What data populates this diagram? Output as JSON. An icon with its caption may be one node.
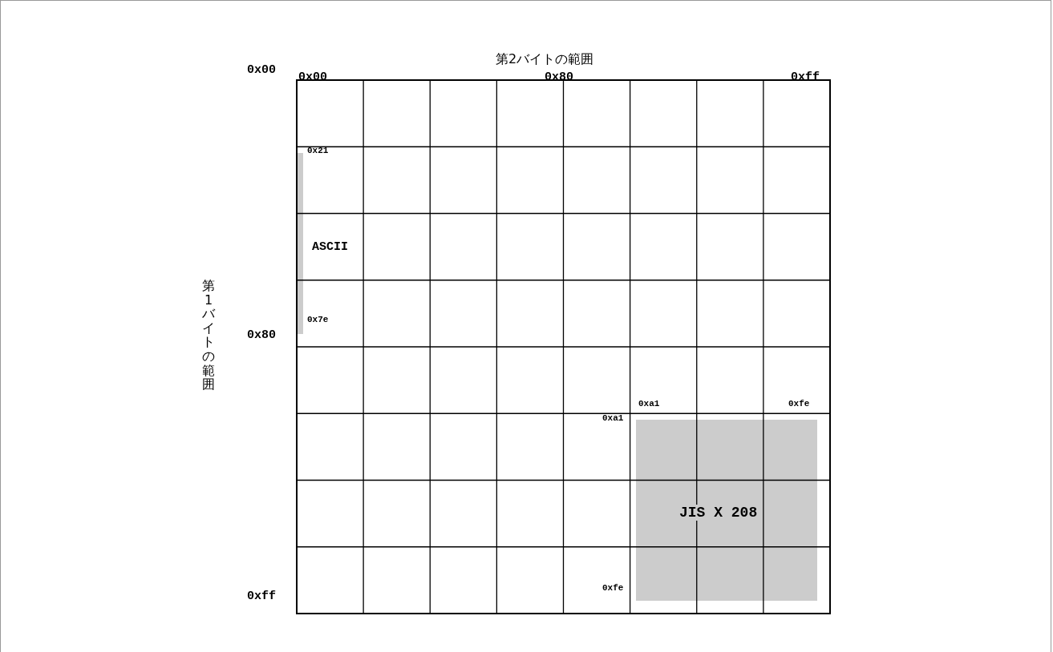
{
  "diagram": {
    "nodes": [
      {
        "text": [
          "ASCII"
        ]
      },
      {
        "text": [
          "JIS X 208"
        ]
      }
    ],
    "labels": [
      "第2バイトの範囲",
      "0x00",
      "0x80",
      "0xff",
      "0x00",
      "0x21",
      "第1バイトの範囲",
      "0x7e",
      "0x80",
      "0xa1",
      "0xfe",
      "0xa1",
      "0xfe",
      "0xff"
    ]
  }
}
